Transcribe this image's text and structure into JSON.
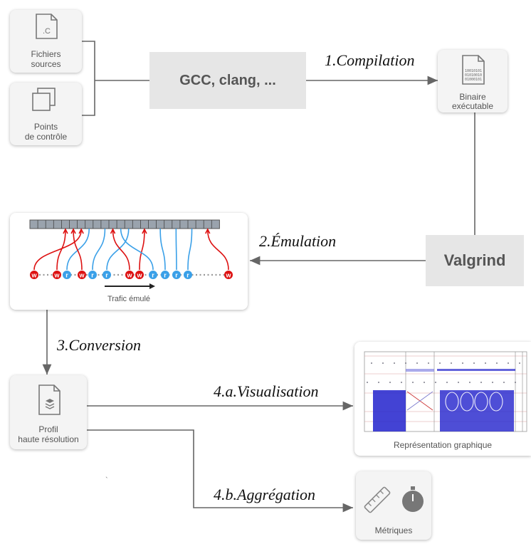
{
  "nodes": {
    "sources": {
      "icon_text": ".C",
      "label_line1": "Fichiers",
      "label_line2": "sources"
    },
    "checkpoints": {
      "label_line1": "Points",
      "label_line2": "de contrôle"
    },
    "compiler": {
      "label": "GCC, clang, ..."
    },
    "binary": {
      "icon_bits": [
        "10010101",
        "01010010",
        "01000101"
      ],
      "label_line1": "Binaire",
      "label_line2": "exécutable"
    },
    "valgrind": {
      "label": "Valgrind"
    },
    "traffic": {
      "label": "Trafic émulé",
      "write_symbol": "w",
      "read_symbol": "r"
    },
    "profile": {
      "label_line1": "Profil",
      "label_line2": "haute résolution"
    },
    "graph": {
      "label": "Représentation graphique"
    },
    "metrics": {
      "label": "Métriques"
    }
  },
  "steps": {
    "compilation": "1.Compilation",
    "emulation": "2.Émulation",
    "conversion": "3.Conversion",
    "visualisation": "4.a.Visualisation",
    "aggregation": "4.b.Aggrégation"
  },
  "colors": {
    "write": "#dd1111",
    "read": "#3aa0e8",
    "trace": "#2222cc",
    "arrow": "#666666"
  }
}
